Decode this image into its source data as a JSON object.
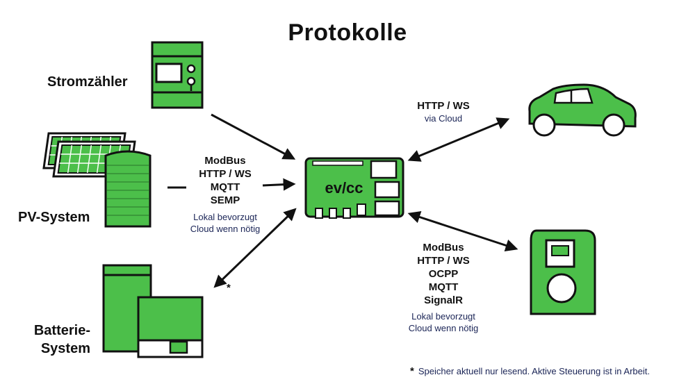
{
  "title": "Protokolle",
  "devices": {
    "meter": "Stromzähler",
    "pv": "PV-System",
    "battery_line1": "Batterie-",
    "battery_line2": "System",
    "hub": "ev/cc"
  },
  "left_protocols": [
    "ModBus",
    "HTTP / WS",
    "MQTT",
    "SEMP"
  ],
  "left_notes": [
    "Lokal bevorzugt",
    "Cloud wenn nötig"
  ],
  "car_protocol": "HTTP / WS",
  "car_note": "via Cloud",
  "charger_protocols": [
    "ModBus",
    "HTTP / WS",
    "OCPP",
    "MQTT",
    "SignalR"
  ],
  "charger_notes": [
    "Lokal bevorzugt",
    "Cloud wenn nötig"
  ],
  "battery_marker": "*",
  "footnote": {
    "marker": "*",
    "text": "Speicher aktuell nur lesend. Aktive Steuerung ist in Arbeit."
  },
  "colors": {
    "green": "#4cbf4a",
    "dark_green": "#3a9a3a",
    "outline": "#111111",
    "note_blue": "#1a2456"
  }
}
